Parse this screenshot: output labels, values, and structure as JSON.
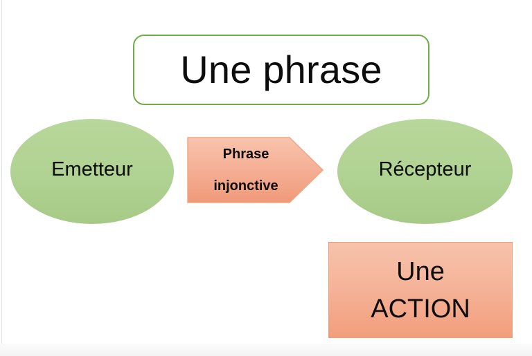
{
  "slide": {
    "title": {
      "text": "Une phrase",
      "border_color": "#70ad47",
      "fill_color": "#ffffff"
    },
    "sender": {
      "label": "Emetteur",
      "fill_color": "#b0d292"
    },
    "receiver": {
      "label": "Récepteur",
      "fill_color": "#b0d292"
    },
    "arrow": {
      "line1": "Phrase",
      "line2": "injonctive",
      "fill_color": "#f5b49a",
      "direction": "right"
    },
    "action": {
      "line1": "Une",
      "line2": "ACTION",
      "fill_color": "#f5b49a",
      "border_color": "#e8a07e"
    }
  }
}
